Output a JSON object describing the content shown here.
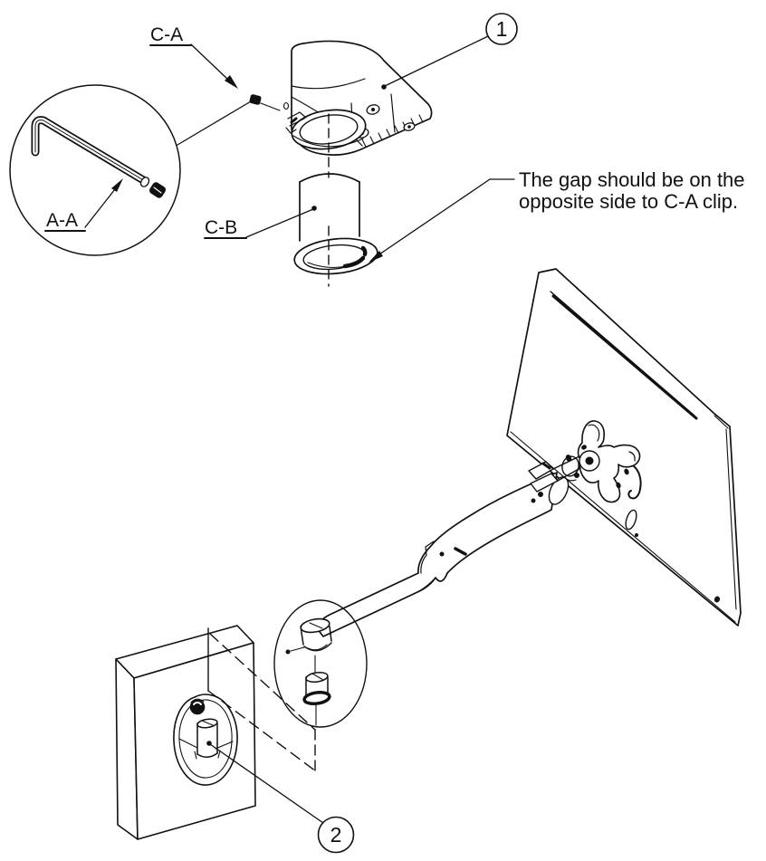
{
  "figure": {
    "background": "#ffffff",
    "line_color": "#111111",
    "labels": {
      "allen_key_detail": "A-A",
      "clip": "C-A",
      "bushing": "C-B"
    },
    "callouts": {
      "arm_head": "1",
      "wall_mount": "2"
    },
    "note": {
      "line1": "The gap should be on the",
      "line2": "opposite side to C-A clip."
    }
  }
}
